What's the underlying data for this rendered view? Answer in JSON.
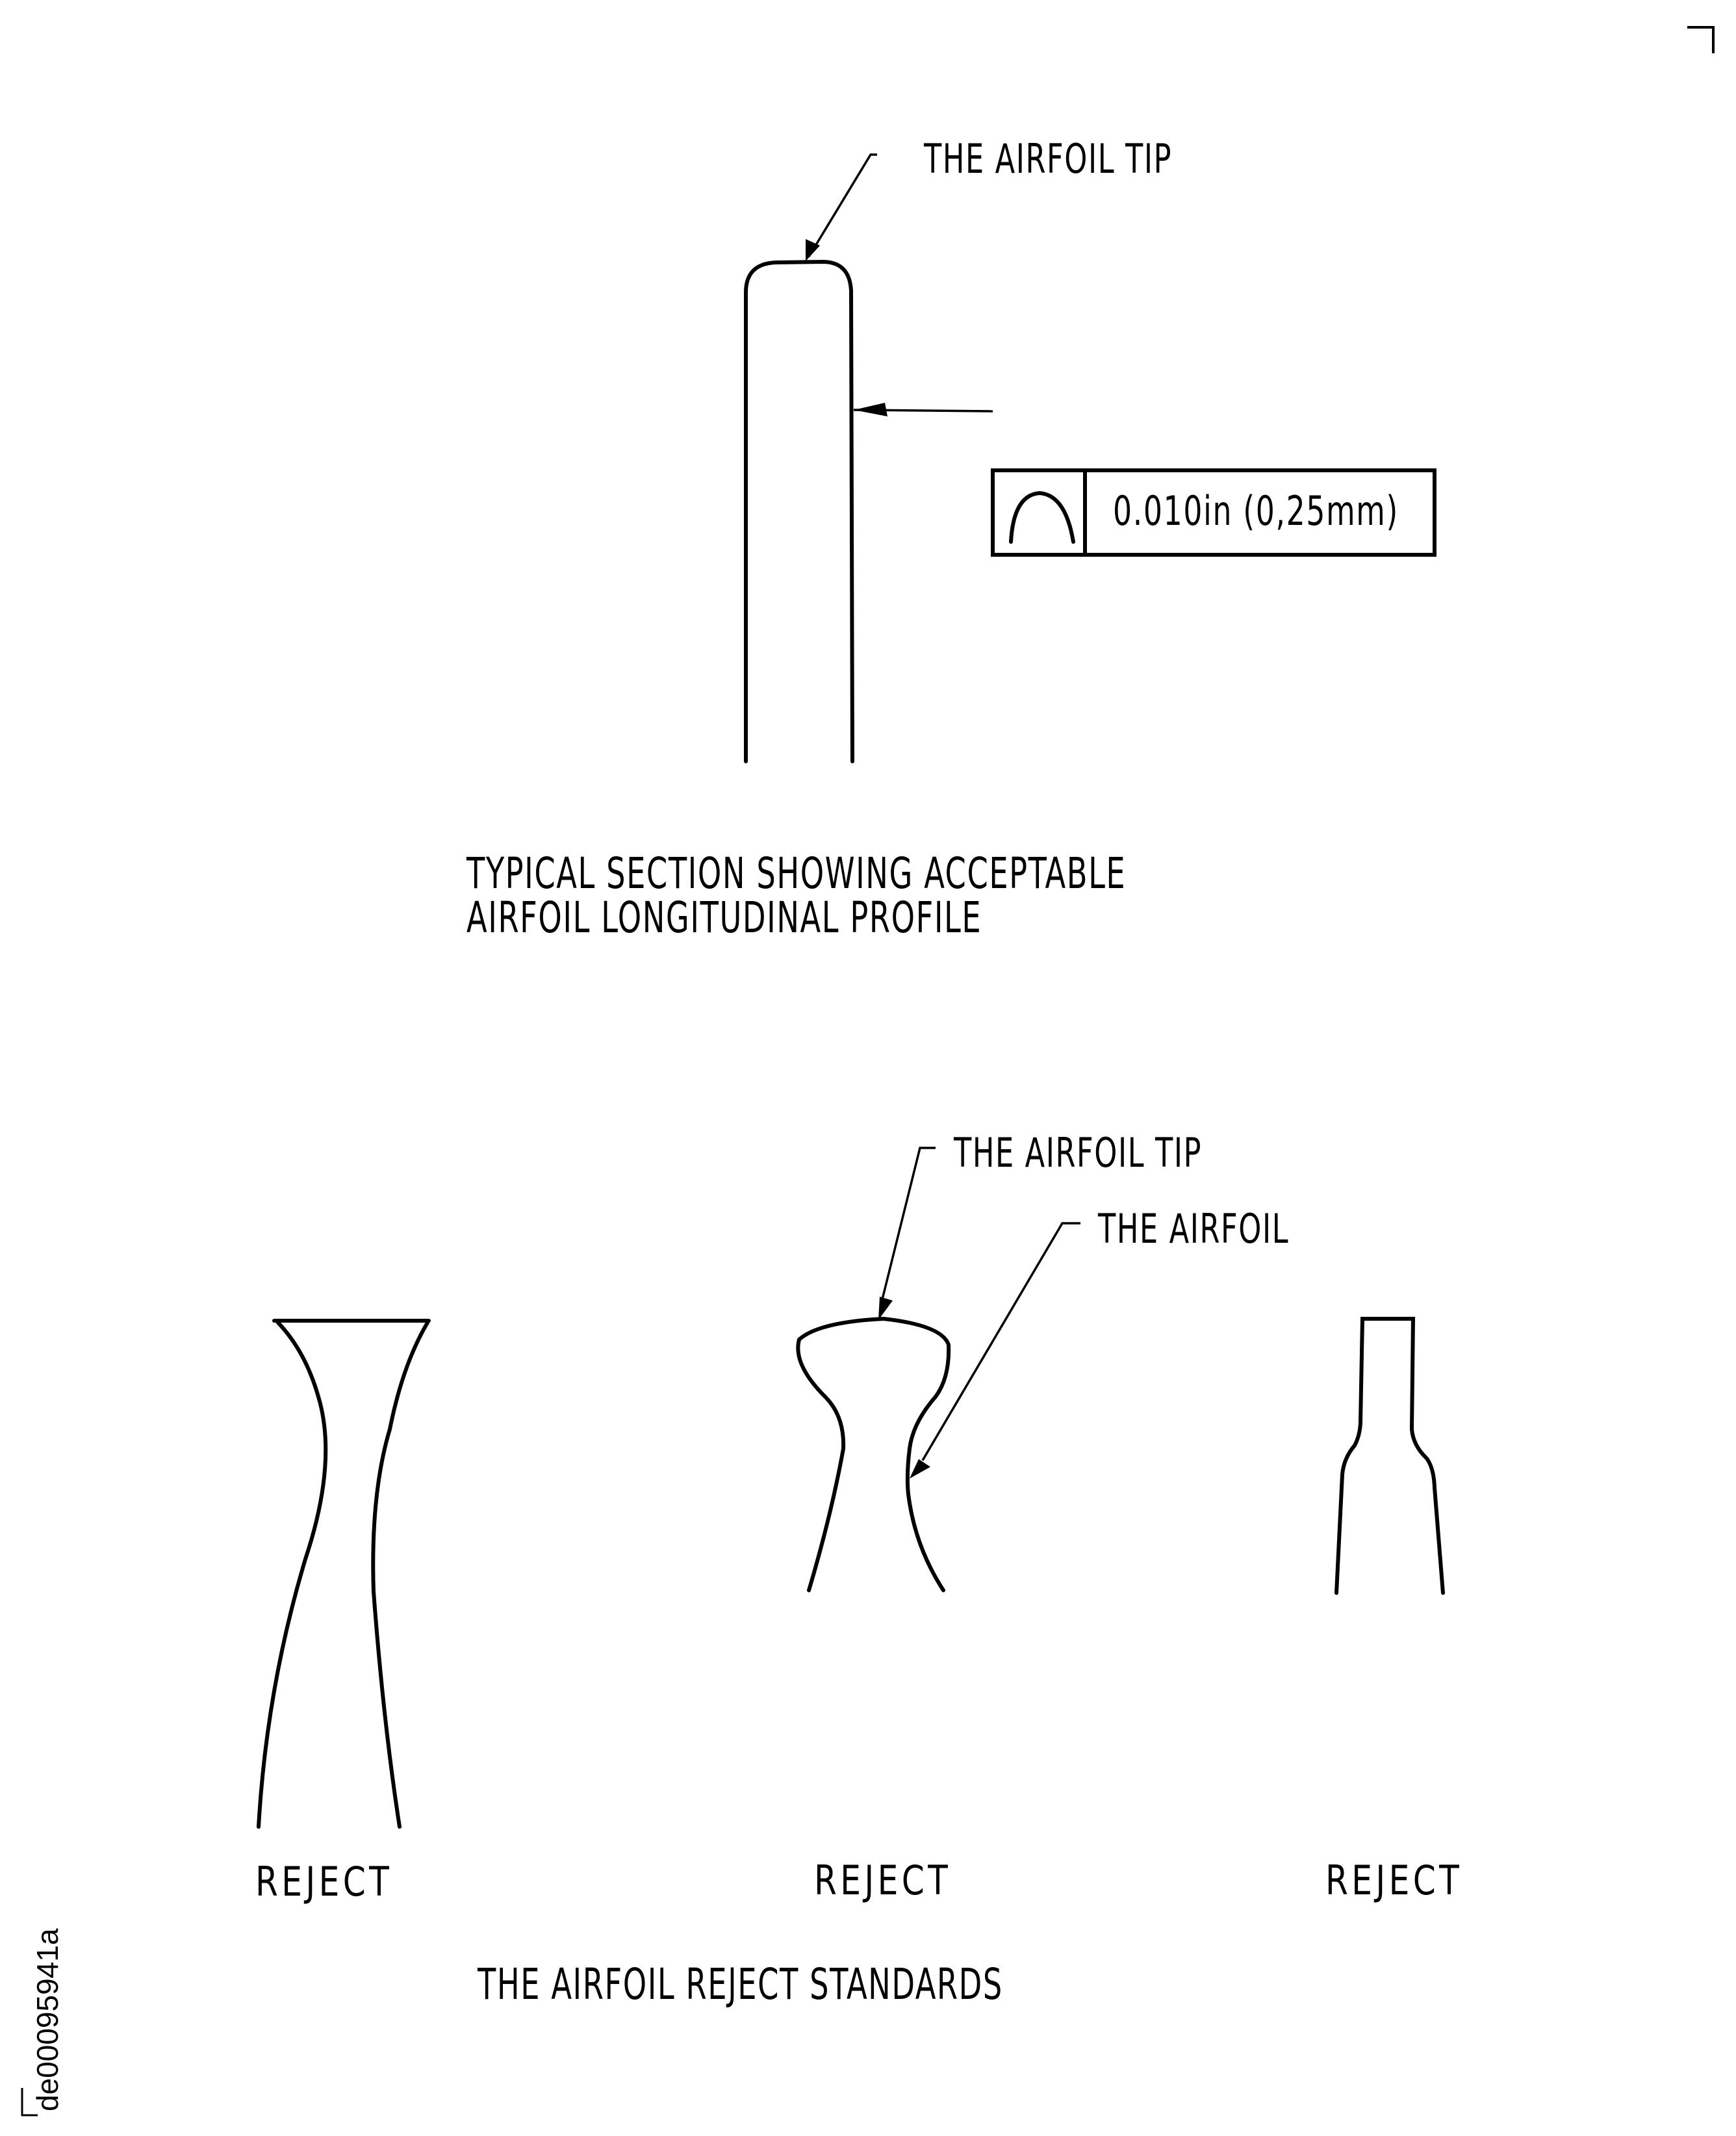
{
  "document": {
    "doc_id": "de00095941a",
    "colors": {
      "ink": "#000000",
      "paper": "#ffffff"
    }
  },
  "acceptable_section": {
    "tip_callout": "THE AIRFOIL TIP",
    "profile_tolerance": {
      "symbol": "profile-of-a-line",
      "value": "0.010in (0,25mm)"
    },
    "caption_line1": "TYPICAL SECTION SHOWING ACCEPTABLE",
    "caption_line2": "AIRFOIL LONGITUDINAL PROFILE"
  },
  "reject_standards": {
    "tip_callout": "THE AIRFOIL TIP",
    "airfoil_callout": "THE AIRFOIL",
    "examples": [
      {
        "label": "REJECT",
        "shape": "concave-hourglass"
      },
      {
        "label": "REJECT",
        "shape": "bulbous-tip"
      },
      {
        "label": "REJECT",
        "shape": "stepped-neck"
      }
    ],
    "caption": "THE AIRFOIL REJECT STANDARDS"
  }
}
